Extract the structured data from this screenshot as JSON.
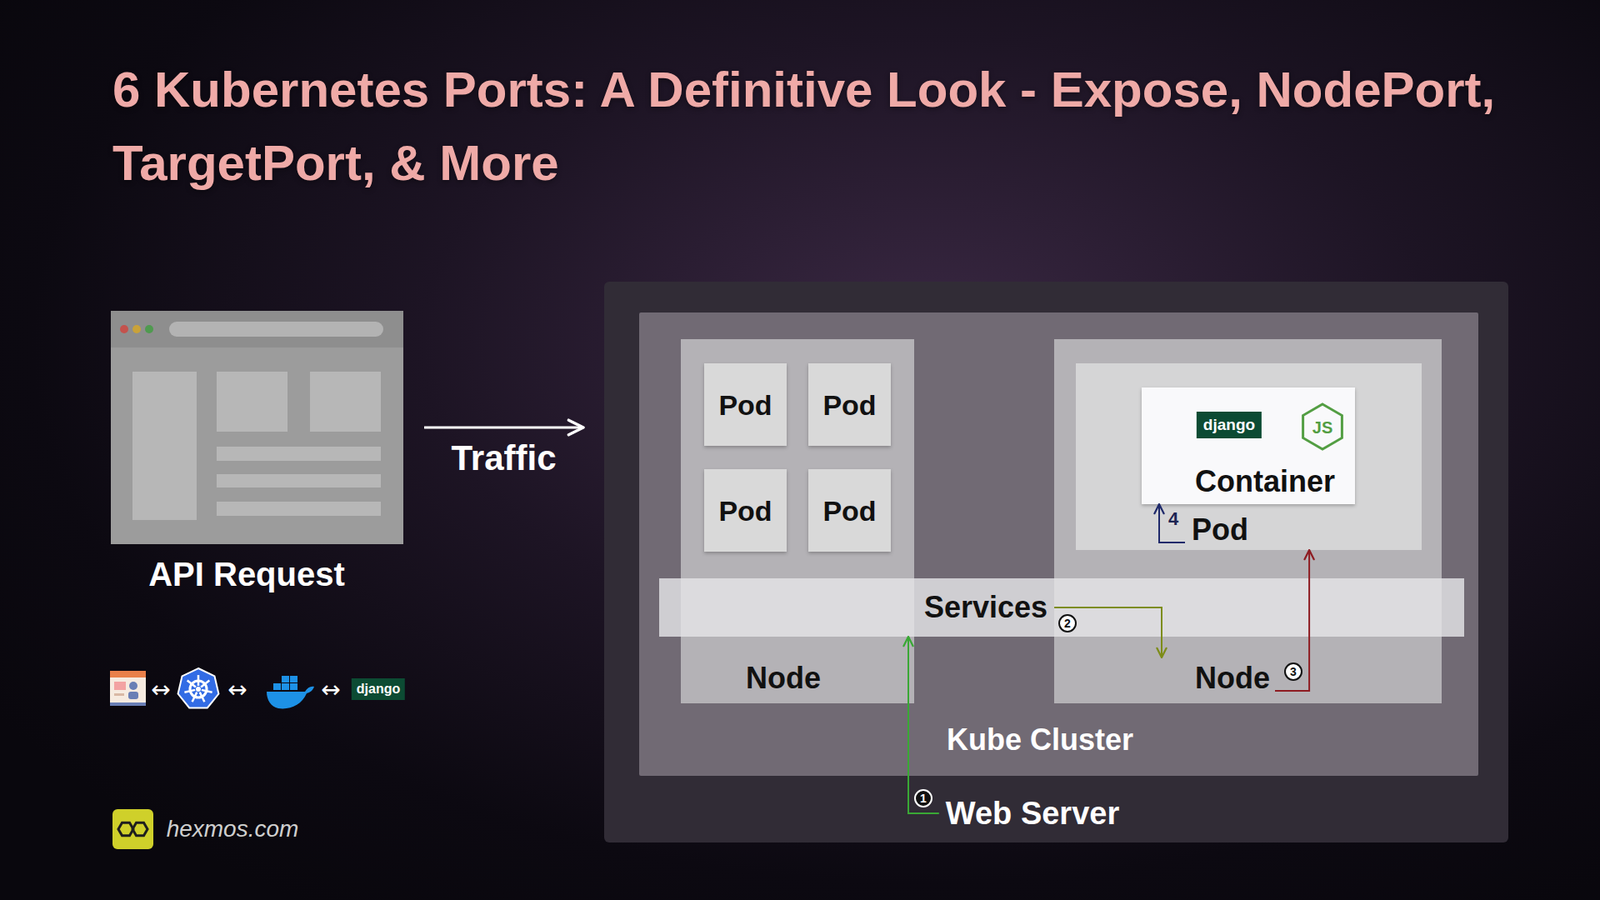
{
  "diagram": {
    "title": "6 Kubernetes Ports: A Definitive Look - Expose, NodePort, TargetPort, & More",
    "nodes": [
      {
        "text": [
          "API Request"
        ]
      },
      {
        "text": [
          "Web Server"
        ]
      },
      {
        "text": [
          "Kube Cluster"
        ],
        "in": 1
      },
      {
        "text": [
          "Node"
        ],
        "in": 2
      },
      {
        "text": [
          "Pod"
        ],
        "in": 3
      },
      {
        "text": [
          "Pod"
        ],
        "in": 3
      },
      {
        "text": [
          "Pod"
        ],
        "in": 3
      },
      {
        "text": [
          "Pod"
        ],
        "in": 3
      },
      {
        "text": [
          "Node"
        ],
        "in": 2
      },
      {
        "text": [
          "Pod"
        ],
        "in": 8
      },
      {
        "text": [
          "Container"
        ],
        "in": 9
      },
      {
        "text": [
          "Services"
        ],
        "in": 2
      }
    ],
    "edges": [
      {
        "from": 0,
        "to": 1,
        "label": "Traffic",
        "arrow": "to"
      },
      {
        "from": 1,
        "to": 11,
        "arrow": "to"
      },
      {
        "from": 11,
        "to": 8,
        "arrow": "to"
      },
      {
        "from": 8,
        "to": 9,
        "arrow": "to"
      },
      {
        "from": 9,
        "to": 10,
        "arrow": "to"
      }
    ],
    "labels": [
      "django",
      "JS",
      "1",
      "2",
      "3",
      "4",
      "↔",
      "↔",
      "↔",
      "django",
      "hexmos.com"
    ]
  }
}
